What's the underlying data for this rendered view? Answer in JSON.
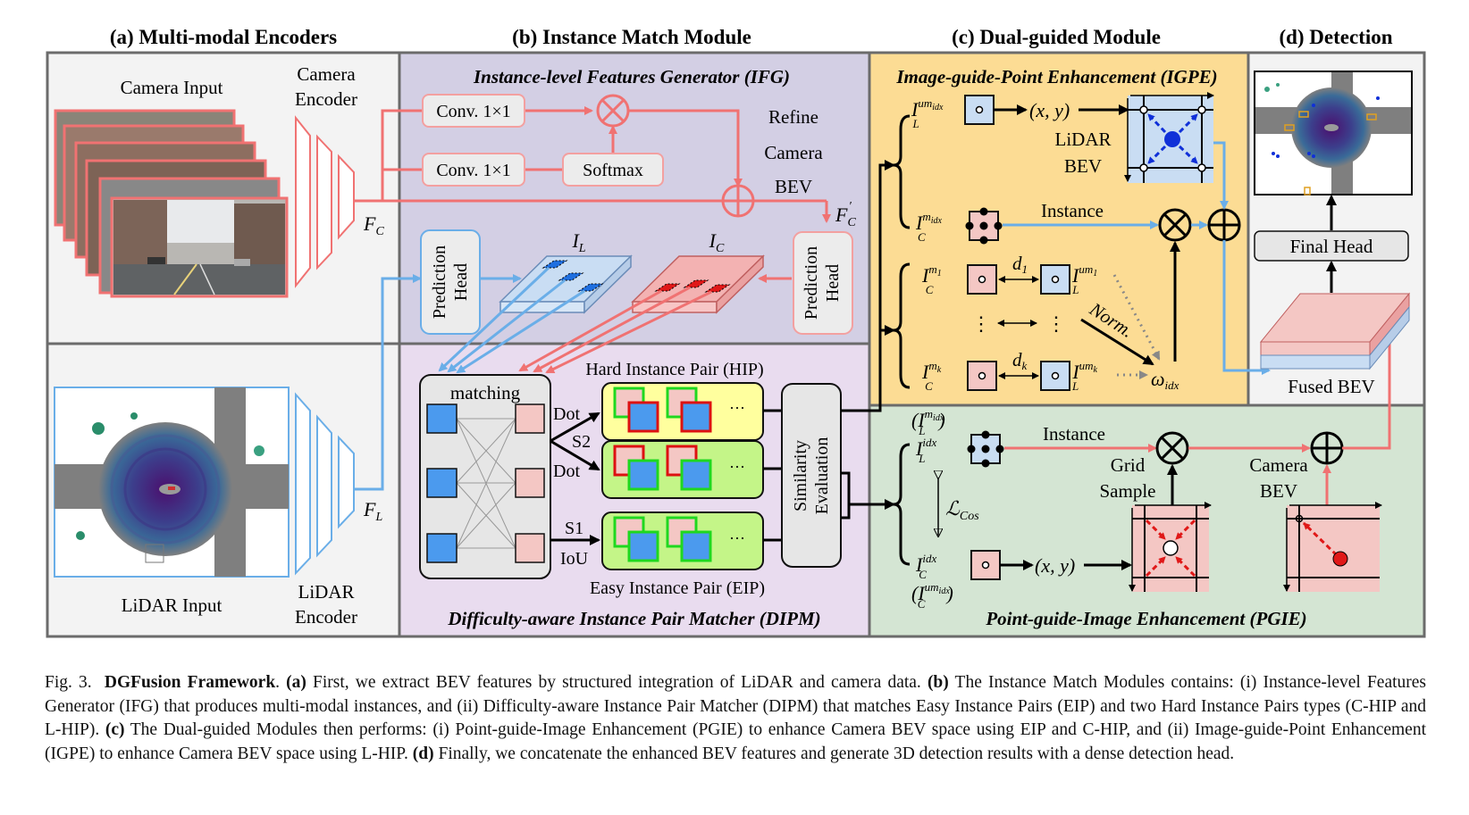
{
  "sections": {
    "a": "(a) Multi-modal Encoders",
    "b": "(b) Instance Match Module",
    "c": "(c) Dual-guided Module",
    "d": "(d) Detection"
  },
  "encoders": {
    "camera_input": "Camera Input",
    "camera_encoder_1": "Camera",
    "camera_encoder_2": "Encoder",
    "lidar_input": "LiDAR Input",
    "lidar_encoder_1": "LiDAR",
    "lidar_encoder_2": "Encoder",
    "fc_sym": "F",
    "fc_sub": "C",
    "fl_sym": "F",
    "fl_sub": "L"
  },
  "ifg": {
    "title": "Instance-level Features Generator (IFG)",
    "conv1": "Conv. 1×1",
    "conv2": "Conv. 1×1",
    "softmax": "Softmax",
    "refine_1": "Refine",
    "refine_2": "Camera",
    "refine_3": "BEV",
    "fc_prime_sym": "F",
    "fc_prime_sub": "C",
    "fc_prime_sup": "′",
    "pred_head_1": "Prediction",
    "pred_head_2": "Head",
    "il_sym": "I",
    "il_sub": "L",
    "ic_sym": "I",
    "ic_sub": "C"
  },
  "dipm": {
    "title": "Difficulty-aware Instance Pair Matcher (DIPM)",
    "matching": "matching",
    "hip_label": "Hard Instance Pair (HIP)",
    "eip_label": "Easy Instance Pair (EIP)",
    "dot1": "Dot",
    "s2": "S2",
    "dot2": "Dot",
    "s1": "S1",
    "iou": "IoU",
    "ellipsis": "···",
    "similarity_1": "Similarity",
    "similarity_2": "Evaluation"
  },
  "igpe": {
    "title": "Image-guide-Point Enhancement (IGPE)",
    "il_um_idx": "I",
    "xy": "(x, y)",
    "lidar_bev_1": "LiDAR",
    "lidar_bev_2": "BEV",
    "instance": "Instance",
    "d1": "d",
    "d1_sub": "1",
    "dk": "d",
    "dk_sub": "k",
    "norm": "Norm.",
    "omega": "ω",
    "omega_sub": "idx",
    "vdots": "⋮"
  },
  "pgie": {
    "title": "Point-guide-Image Enhancement (PGIE)",
    "instance": "Instance",
    "grid_1": "Grid",
    "grid_2": "Sample",
    "camera_bev_1": "Camera",
    "camera_bev_2": "BEV",
    "xy": "(x, y)",
    "lcos": "ℒ",
    "lcos_sub": "Cos"
  },
  "detection": {
    "final_head": "Final Head",
    "fused_bev": "Fused BEV"
  },
  "caption": {
    "fig": "Fig. 3.",
    "title": "DGFusion Framework",
    "text_a_label": "(a)",
    "text_a": " First, we extract BEV features by structured integration of LiDAR and camera data. ",
    "text_b_label": "(b)",
    "text_b": " The Instance Match Modules contains: (i) Instance-level Features Generator (IFG) that produces multi-modal instances, and (ii) Difficulty-aware Instance Pair Matcher (DIPM) that matches Easy Instance Pairs (EIP) and two Hard Instance Pairs types (C-HIP and L-HIP). ",
    "text_c_label": "(c)",
    "text_c": " The Dual-guided Modules then performs: (i) Point-guide-Image Enhancement (PGIE) to enhance Camera BEV space using EIP and C-HIP, and (ii) Image-guide-Point Enhancement (IGPE) to enhance Camera BEV space using L-HIP. ",
    "text_d_label": "(d)",
    "text_d": " Finally, we concatenate the enhanced BEV features and generate 3D detection results with a dense detection head."
  },
  "colors": {
    "camera_red": "#f07272",
    "lidar_blue": "#6aaee8",
    "panel_a_bg": "#f3f3f3",
    "panel_ifg_bg": "#d3cfe4",
    "panel_dipm_bg": "#e9dcef",
    "panel_igpe_bg": "#fcdc94",
    "panel_pgie_bg": "#d4e5d3",
    "panel_border": "#6b6b6b"
  }
}
